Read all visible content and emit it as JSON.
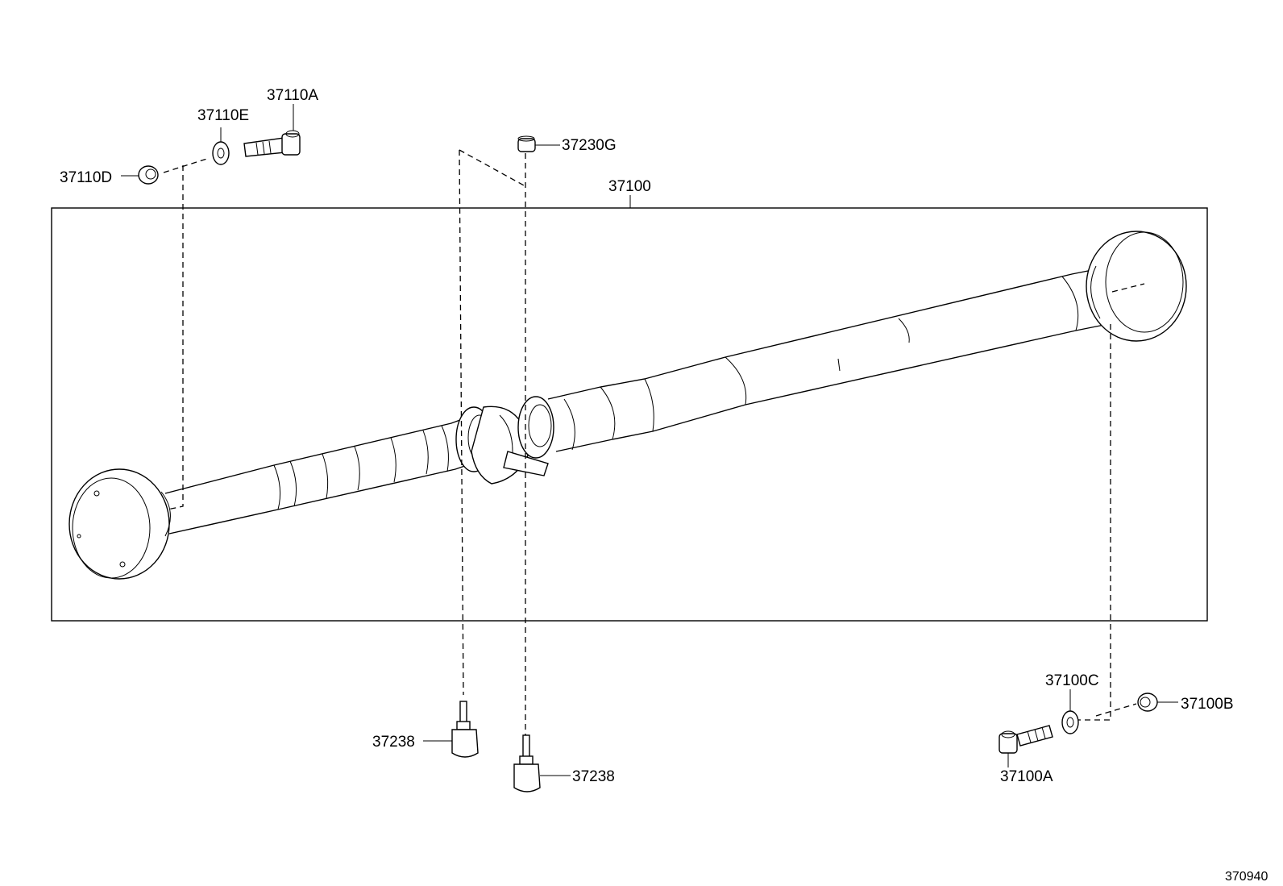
{
  "diagram": {
    "reference_code": "370940",
    "callouts": {
      "c37110A": "37110A",
      "c37110E": "37110E",
      "c37110D": "37110D",
      "c37230G": "37230G",
      "c37100": "37100",
      "c37238_left": "37238",
      "c37238_right": "37238",
      "c37100C": "37100C",
      "c37100B": "37100B",
      "c37100A": "37100A"
    }
  }
}
